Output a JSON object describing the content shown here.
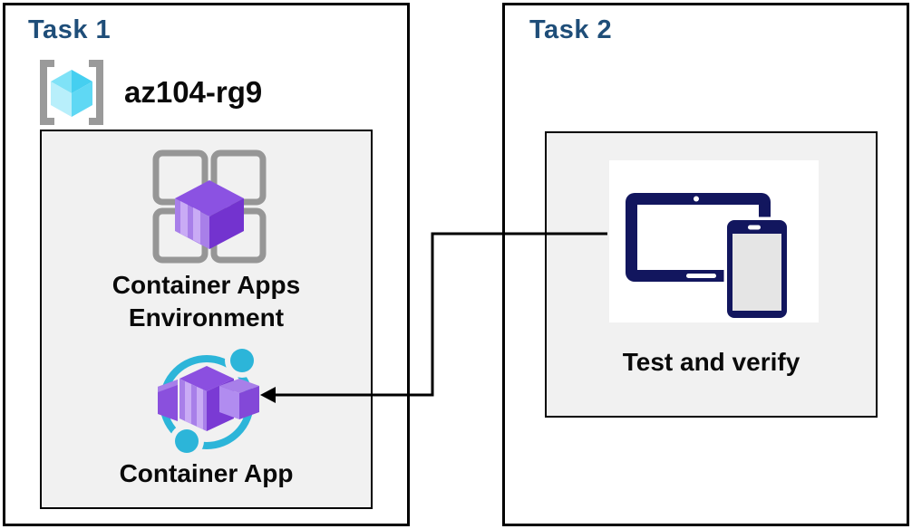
{
  "task1": {
    "title": "Task 1",
    "resource_group": "az104-rg9",
    "environment_label": "Container Apps\nEnvironment",
    "app_label": "Container App"
  },
  "task2": {
    "title": "Task 2",
    "verify_label": "Test and verify"
  },
  "icons": {
    "resource_group": "resource-group-icon",
    "environment": "container-apps-environment-icon",
    "container_app": "container-app-icon",
    "devices": "devices-icon",
    "connector": "elbow-arrow-left"
  },
  "colors": {
    "title_blue": "#1F4E79",
    "label_black": "#0a0a0a",
    "panel_border": "#000000",
    "inner_box_fill": "#F1F1F1",
    "icon_gray": "#969696",
    "purple_dark": "#7333CF",
    "purple_mid": "#8B52E2",
    "purple_light": "#A87FE9",
    "purple_stripe": "#C9ABF5",
    "cyan_ring": "#2CB5D9",
    "cube_cyan_light": "#7FE2F7",
    "cube_cyan_dark": "#45CFF0",
    "device_navy": "#12165E",
    "device_screen_gray": "#E5E5E5"
  }
}
